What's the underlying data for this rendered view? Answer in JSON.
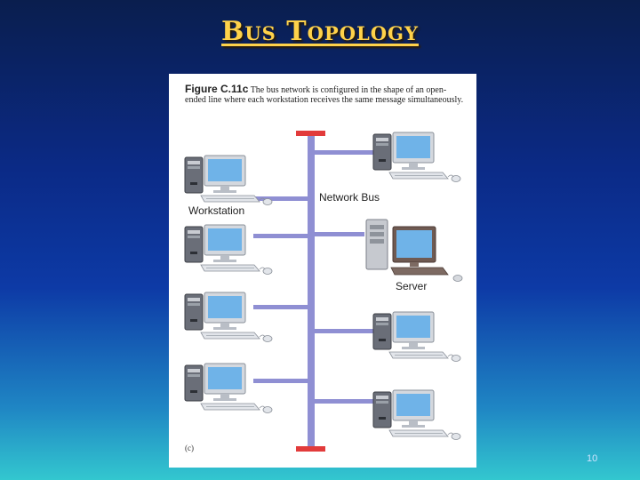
{
  "slide": {
    "title": "Bus Topology",
    "page_number": "10"
  },
  "figure": {
    "caption_label": "Figure C.11c",
    "caption_text": " The bus network is configured in the shape of an open-ended line where each workstation receives the same message simultaneously.",
    "network_bus_label": "Network Bus",
    "workstation_label": "Workstation",
    "server_label": "Server",
    "sublabel": "(c)",
    "colors": {
      "bus": "#8f8fd3",
      "terminator": "#e23b3b",
      "monitor_frame": "#d4d8de",
      "monitor_screen": "#6fb3e8",
      "tower": "#6a6e78"
    }
  }
}
